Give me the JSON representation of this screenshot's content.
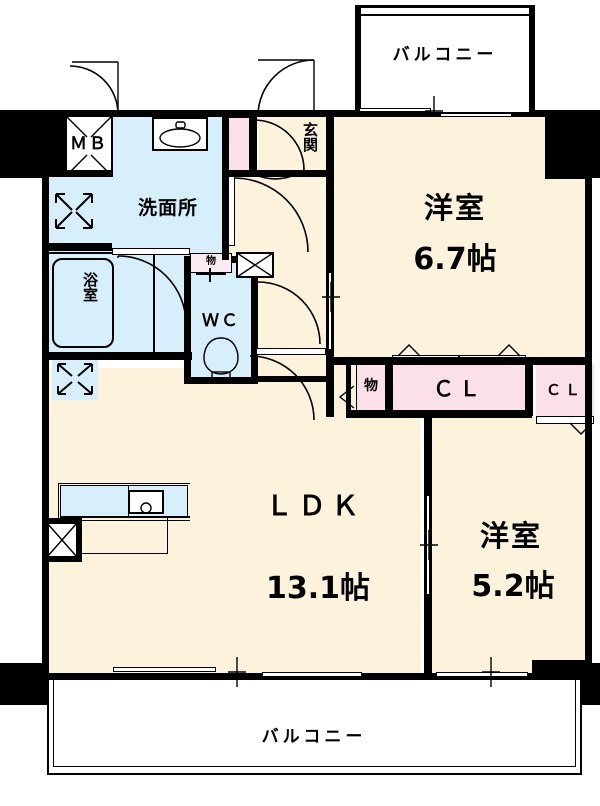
{
  "plan": {
    "type": "japanese-floor-plan",
    "title": "間取り図",
    "units": "帖",
    "colors": {
      "room_floor": "#fdf3dc",
      "wet_area": "#d7eefb",
      "closet": "#fbdfe9",
      "wall": "#000000",
      "background": "#ffffff"
    }
  },
  "rooms": [
    {
      "id": "balcony_top",
      "name": "バルコニー",
      "area": "",
      "kind": "balcony"
    },
    {
      "id": "balcony_bottom",
      "name": "バルコニー",
      "area": "",
      "kind": "balcony"
    },
    {
      "id": "washitsu_north",
      "name": "洋室",
      "area": "6.7帖",
      "kind": "bedroom"
    },
    {
      "id": "washitsu_south",
      "name": "洋室",
      "area": "5.2帖",
      "kind": "bedroom"
    },
    {
      "id": "ldk",
      "name": "ＬＤＫ",
      "area": "13.1帖",
      "kind": "living"
    },
    {
      "id": "senmenjo",
      "name": "洗面所",
      "area": "",
      "kind": "wet"
    },
    {
      "id": "yokushitsu",
      "name": "浴室",
      "area": "",
      "kind": "wet"
    },
    {
      "id": "wc",
      "name": "ＷＣ",
      "area": "",
      "kind": "wet"
    },
    {
      "id": "genkan",
      "name": "玄関",
      "area": "",
      "kind": "entrance"
    },
    {
      "id": "meter_box",
      "name": "ＭＢ",
      "area": "",
      "kind": "meter"
    }
  ],
  "labels": {
    "balcony_top": "バルコニー",
    "balcony_bottom": "バルコニー",
    "bedroom_north_name": "洋室",
    "bedroom_north_area": "6.7帖",
    "bedroom_south_name": "洋室",
    "bedroom_south_area": "5.2帖",
    "ldk_name": "ＬＤＫ",
    "ldk_area": "13.1帖",
    "washroom": "洗面所",
    "bathroom": "浴室",
    "toilet": "ＷＣ",
    "entrance": "玄関",
    "meter_box": "ＭＢ",
    "closet_large": "ＣＬ",
    "closet_small": "ＣＬ",
    "storage_1": "物",
    "storage_2": "物"
  },
  "closets": [
    {
      "id": "cl_large",
      "label": "ＣＬ"
    },
    {
      "id": "cl_small",
      "label": "ＣＬ"
    },
    {
      "id": "shoe_box",
      "label": ""
    },
    {
      "id": "storage_wc",
      "label": "物"
    },
    {
      "id": "storage_hall",
      "label": "物"
    }
  ],
  "symbols": {
    "window_vent_1": "four-way-arrow",
    "window_vent_2": "corner-arrow",
    "pipe_shaft": "x-box",
    "meter_cross": "x-cross",
    "sink": "sink-basin",
    "kitchen_sink": "kitchen-sink",
    "toilet_bowl": "toilet",
    "bathtub": "bathtub"
  }
}
